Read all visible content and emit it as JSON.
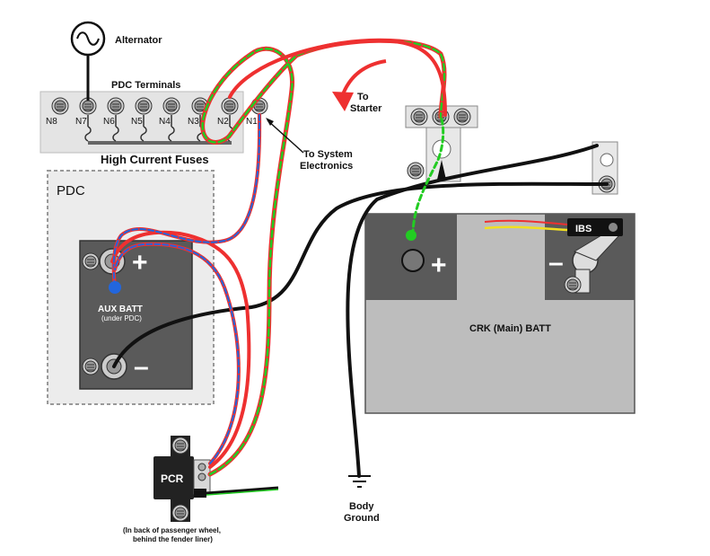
{
  "labels": {
    "alternator": "Alternator",
    "pdc_terminals": "PDC Terminals",
    "high_current_fuses": "High Current Fuses",
    "pdc": "PDC",
    "aux_batt": "AUX BATT",
    "aux_batt_sub": "(under PDC)",
    "plus": "+",
    "minus": "–",
    "crk_batt": "CRK (Main) BATT",
    "ibs": "IBS",
    "to_starter_1": "To",
    "to_starter_2": "Starter",
    "to_system_1": "To System",
    "to_system_2": "Electronics",
    "body_ground_1": "Body",
    "body_ground_2": "Ground",
    "pcr": "PCR",
    "pcr_note_1": "(In back of passenger wheel,",
    "pcr_note_2": "behind the fender liner)"
  },
  "terminals": [
    "N8",
    "N7",
    "N6",
    "N5",
    "N4",
    "N3",
    "N2",
    "N1"
  ],
  "colors": {
    "red_wire": "#ee3030",
    "green_wire": "#22cc22",
    "blue_wire": "#2266dd",
    "black_wire": "#111111",
    "yellow_wire": "#f2e020",
    "pdc_panel": "#ececec",
    "battery_dark": "#555555",
    "battery_light": "#bdbdbd"
  }
}
